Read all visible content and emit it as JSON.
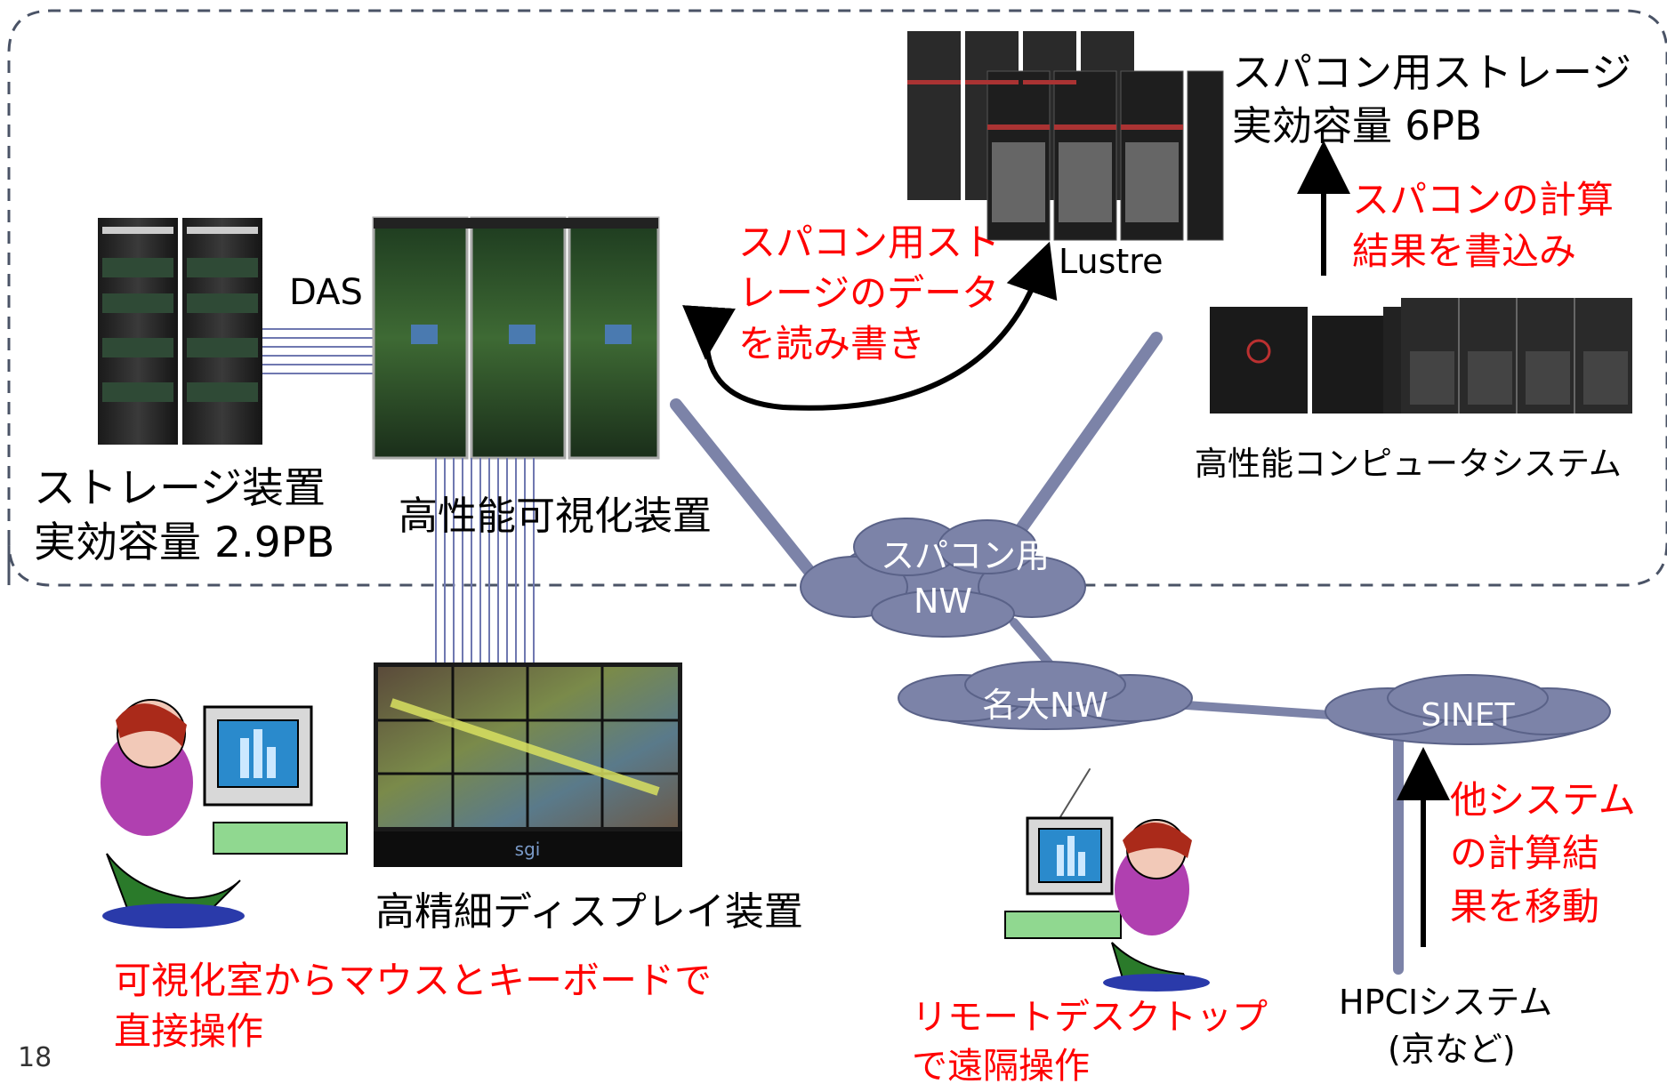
{
  "labels": {
    "storage_title": "ストレージ装置",
    "storage_capacity": "実効容量 2.9PB",
    "das": "DAS",
    "viz_device": "高性能可視化装置",
    "display_device": "高精細ディスプレイ装置",
    "lustre": "Lustre",
    "super_storage_title": "スパコン用ストレージ",
    "super_storage_capacity": "実効容量 6PB",
    "hpc_system": "高性能コンピュータシステム",
    "hpci_system": "HPCIシステム",
    "hpci_note": "(京など)",
    "page_number": "18"
  },
  "clouds": {
    "super_nw_line1": "スパコン用",
    "super_nw_line2": "NW",
    "meidai_nw": "名大NW",
    "sinet": "SINET"
  },
  "annotations": {
    "readwrite": [
      "スパコン用スト",
      "レージのデータ",
      "を読み書き"
    ],
    "write_results": [
      "スパコンの計算",
      "結果を書込み"
    ],
    "move_results": [
      "他システム",
      "の計算結",
      "果を移動"
    ],
    "direct_op": [
      "可視化室からマウスとキーボードで",
      "直接操作"
    ],
    "remote_op": [
      "リモートデスクトップ",
      "で遠隔操作"
    ]
  },
  "display_screen": {
    "brand": "sgi"
  },
  "colors": {
    "annotation_red": "#ff0000",
    "network_line": "#7c83a8",
    "cloud_fill": "#7c83a8",
    "dashed_border": "#4a5366"
  }
}
